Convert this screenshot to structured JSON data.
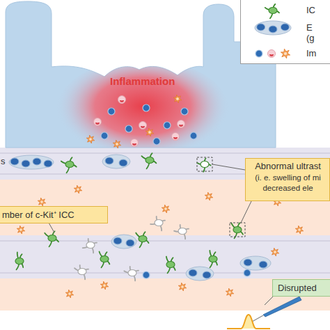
{
  "diagram": {
    "nodes": [
      {
        "text": [
          "Abnormal ultrast",
          "(i. e. swelling of mi decreased ele"
        ]
      },
      {
        "text": [
          "mber of c-Kit⁺ ICC"
        ]
      },
      {
        "text": [
          "Disrupted"
        ]
      }
    ],
    "labels": [
      "Inflammation",
      "s"
    ],
    "legend": [
      {
        "text": "IC"
      },
      {
        "text": "E (g"
      },
      {
        "text": "Im"
      }
    ]
  }
}
